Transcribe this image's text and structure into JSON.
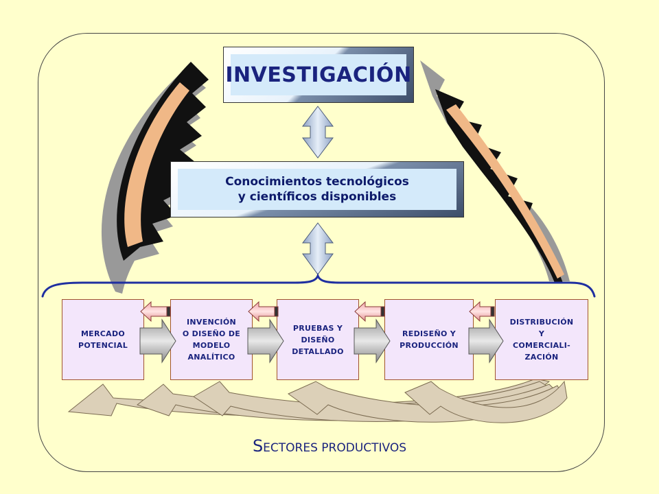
{
  "top_box": {
    "label": "INVESTIGACIÓN"
  },
  "middle_box": {
    "line1": "Conocimientos tecnológicos",
    "line2": "y científicos disponibles"
  },
  "stages": [
    {
      "lines": [
        "MERCADO",
        "POTENCIAL"
      ]
    },
    {
      "lines": [
        "INVENCIÓN",
        "O DISEÑO DE",
        "MODELO",
        "ANALÍTICO"
      ]
    },
    {
      "lines": [
        "PRUEBAS Y",
        "DISEÑO",
        "DETALLADO"
      ]
    },
    {
      "lines": [
        "REDISEÑO Y",
        "PRODUCCIÓN"
      ]
    },
    {
      "lines": [
        "DISTRIBUCIÓN",
        "Y",
        "COMERCIALI-",
        "ZACIÓN"
      ]
    }
  ],
  "footer": {
    "first_letter": "S",
    "rest": "ECTORES PRODUCTIVOS"
  },
  "colors": {
    "background": "#ffffcc",
    "box_face": "#d4eafa",
    "stage_fill": "#f3e6fb",
    "text_navy": "#1a237e",
    "brace": "#1f2fa0"
  }
}
